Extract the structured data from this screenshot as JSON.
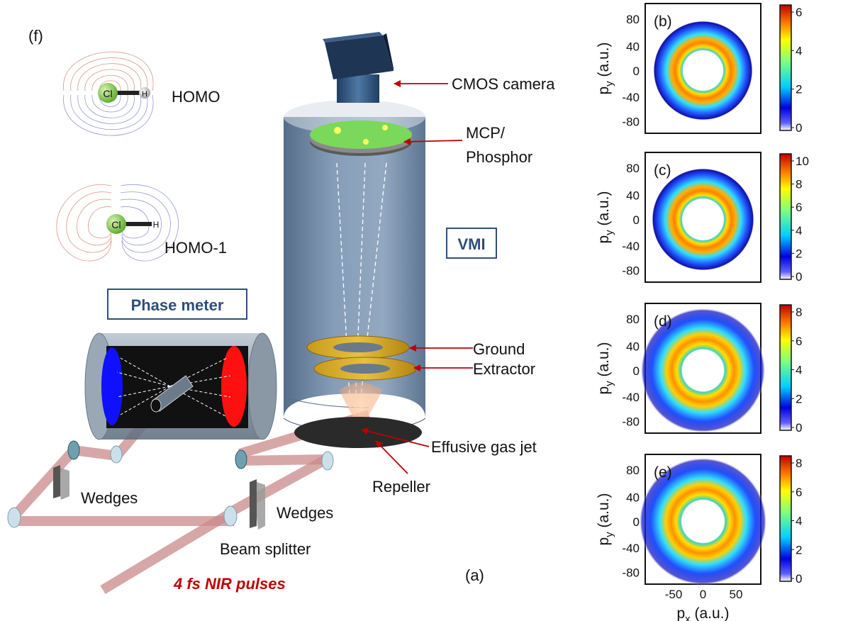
{
  "labels": {
    "panel_f": "(f)",
    "panel_a": "(a)",
    "homo": "HOMO",
    "homo1": "HOMO-1",
    "cl": "Cl",
    "h": "H",
    "camera": "CMOS camera",
    "mcp1": "MCP/",
    "mcp2": "Phosphor",
    "vmi": "VMI",
    "phase_meter": "Phase meter",
    "ground": "Ground",
    "extractor": "Extractor",
    "gasjet": "Effusive gas jet",
    "repeller": "Repeller",
    "wedges1": "Wedges",
    "wedges2": "Wedges",
    "beam_splitter": "Beam splitter",
    "pulses": "4 fs NIR pulses"
  },
  "panels": [
    {
      "label": "(b)",
      "cb_ticks": [
        "6",
        "4",
        "2",
        "0"
      ]
    },
    {
      "label": "(c)",
      "cb_ticks": [
        "10",
        "8",
        "6",
        "4",
        "2",
        "0"
      ]
    },
    {
      "label": "(d)",
      "cb_ticks": [
        "8",
        "6",
        "4",
        "2",
        "0"
      ]
    },
    {
      "label": "(e)",
      "cb_ticks": [
        "8",
        "6",
        "4",
        "2",
        "0"
      ]
    }
  ],
  "axes": {
    "ylabel_main": "p",
    "ylabel_sub": "y",
    "ylabel_unit": " (a.u.)",
    "xlabel_main": "p",
    "xlabel_sub": "x",
    "xlabel_unit": " (a.u.)",
    "y_ticks": [
      "80",
      "40",
      "0",
      "-40",
      "-80"
    ],
    "x_ticks": [
      "-50",
      "0",
      "50"
    ]
  },
  "colors": {
    "vmi_box": "#2e4f7a",
    "pulse_text": "#c00000",
    "arrow": "#c00000",
    "beam": "#c98a8a"
  }
}
